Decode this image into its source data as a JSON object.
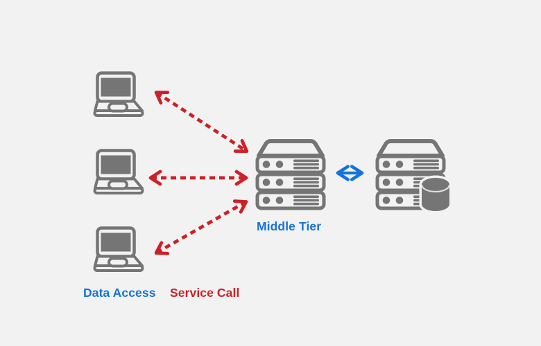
{
  "diagram": {
    "labels": {
      "middle_tier": "Middle Tier",
      "data_access": "Data Access",
      "service_call": "Service Call"
    },
    "icons": {
      "client": "laptop-icon",
      "middle_tier": "server-stack-icon",
      "data_tier": "server-stack-with-database-icon",
      "service_call_connector": "red-dashed-double-headed-arrow",
      "data_access_connector": "blue-double-headed-arrow"
    },
    "counts": {
      "client_laptops": 3,
      "service_call_arrows": 3,
      "data_access_arrows": 1
    },
    "colors": {
      "background": "#f2f2f2",
      "icon_gray": "#757575",
      "blue": "#1673da",
      "red": "#cd2127"
    }
  }
}
